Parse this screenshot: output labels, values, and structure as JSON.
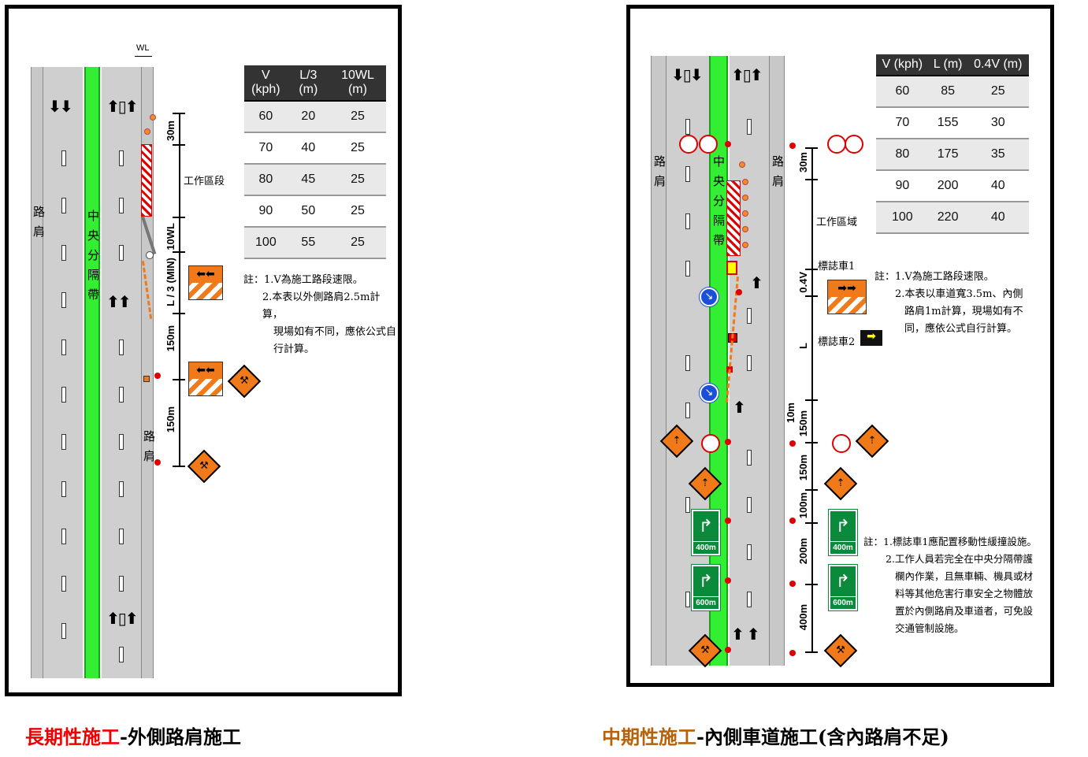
{
  "left_panel": {
    "shoulder_label": "路肩",
    "median_label": "中央分隔帶",
    "wl_label": "WL",
    "work_zone_label": "工作區段",
    "dims": {
      "d30": "30m",
      "d10wl": "10WL",
      "dl3": "L / 3 (MIN)",
      "d150a": "150m",
      "d150b": "150m"
    },
    "table": {
      "headers": [
        "V (kph)",
        "L/3 (m)",
        "10WL (m)"
      ],
      "rows": [
        [
          "60",
          "20",
          "25"
        ],
        [
          "70",
          "40",
          "25"
        ],
        [
          "80",
          "45",
          "25"
        ],
        [
          "90",
          "50",
          "25"
        ],
        [
          "100",
          "55",
          "25"
        ]
      ]
    },
    "notes": [
      "註：1.V為施工路段速限。",
      "2.本表以外側路肩2.5m計算，",
      "現場如有不同，應依公式自",
      "行計算。"
    ]
  },
  "right_panel": {
    "shoulder_label": "路肩",
    "median_label": "中央分隔帶",
    "work_zone_label": "工作區域",
    "vehicle1_label": "標誌車1",
    "vehicle2_label": "標誌車2",
    "dims": {
      "d30": "30m",
      "d04v": "0.4V",
      "dl": "L",
      "d10": "10m",
      "d150a": "150m",
      "d150b": "150m",
      "d100": "100m",
      "d200": "200m",
      "d400": "400m"
    },
    "green_signs": [
      "400m",
      "600m"
    ],
    "table": {
      "headers": [
        "V (kph)",
        "L (m)",
        "0.4V (m)"
      ],
      "rows": [
        [
          "60",
          "85",
          "25"
        ],
        [
          "70",
          "155",
          "30"
        ],
        [
          "80",
          "175",
          "35"
        ],
        [
          "90",
          "200",
          "40"
        ],
        [
          "100",
          "220",
          "40"
        ]
      ]
    },
    "notes": [
      "註：1.V為施工路段速限。",
      "2.本表以車道寬3.5m、內側",
      "路肩1m計算，現場如有不",
      "同，應依公式自行計算。"
    ],
    "notes2": [
      "註：1.標誌車1應配置移動性緩撞設施。",
      "2.工作人員若完全在中央分隔帶護",
      "欄內作業，且無車輛、機具或材",
      "料等其他危害行車安全之物體放",
      "置於內側路肩及車道者，可免設",
      "交通管制設施。"
    ]
  },
  "captions": {
    "left_colored": "長期性施工",
    "left_rest": "-外側路肩施工",
    "right_colored": "中期性施工",
    "right_rest": "-內側車道施工(含內路肩不足)"
  },
  "colors": {
    "median": "#33ee33",
    "caption_left": "#e00000",
    "caption_right": "#b5620c",
    "sign_orange": "#f07a1a"
  }
}
